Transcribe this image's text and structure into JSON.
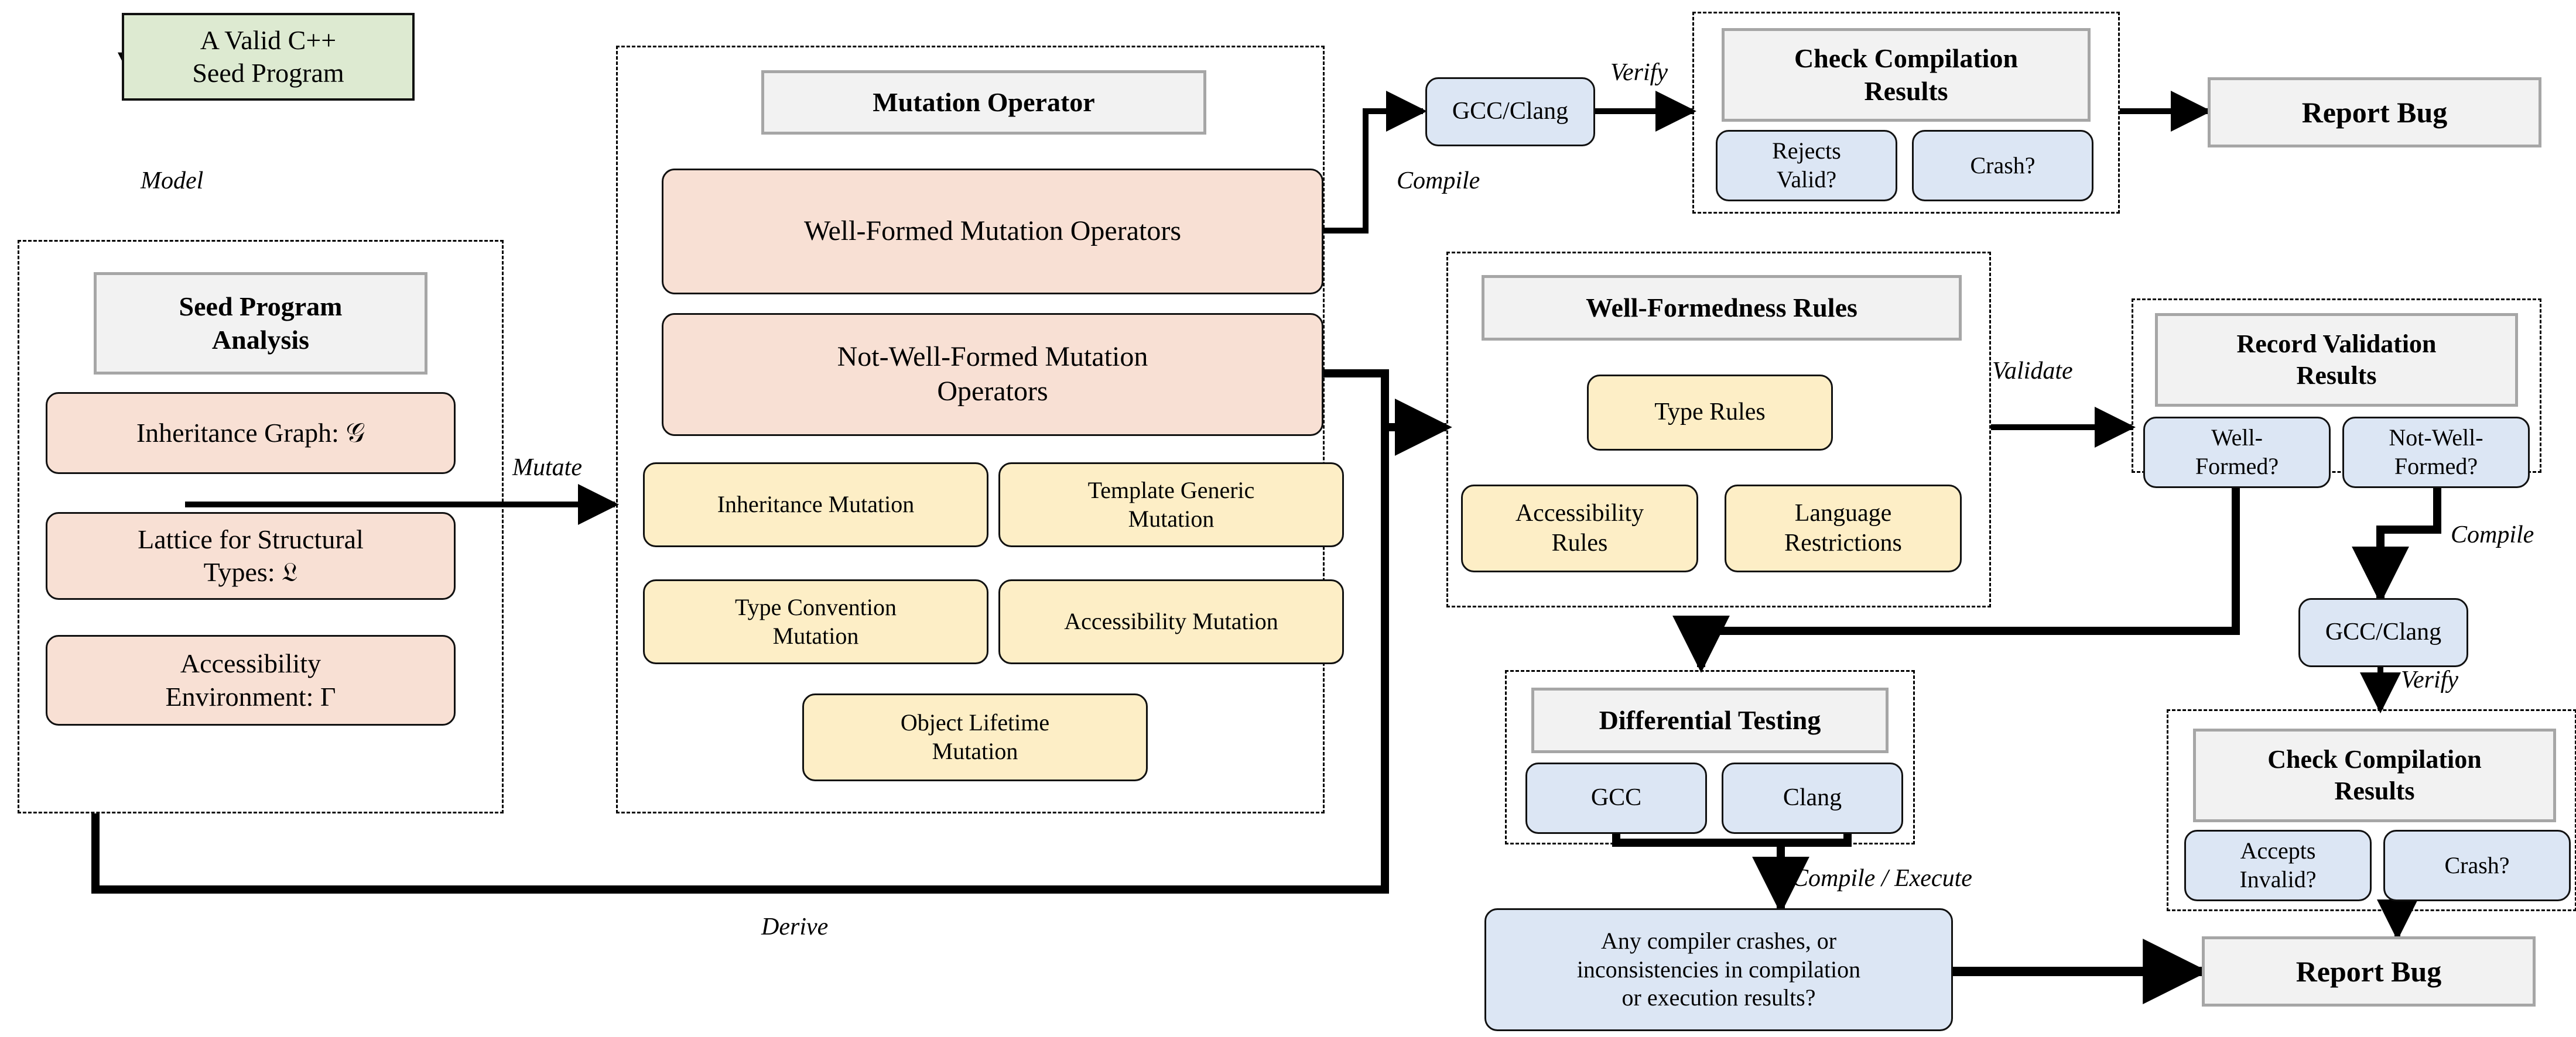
{
  "title": "C++ compiler fuzzing workflow diagram",
  "colors": {
    "pink": "#f8e0d4",
    "yellow": "#fdeec6",
    "blue": "#dce6f4",
    "green": "#ddead1",
    "header_fill": "#f2f2f2",
    "header_border": "#a6a6a6",
    "line": "#000000"
  },
  "seed": {
    "label_line1": "A Valid C++",
    "label_line2": "Seed Program"
  },
  "analysis_panel": {
    "header": "Seed Program\nAnalysis",
    "items": [
      {
        "label": "Inheritance Graph: 𝒢"
      },
      {
        "label": "Lattice for Structural\nTypes: 𝔏"
      },
      {
        "label": "Accessibility\nEnvironment: Γ"
      }
    ]
  },
  "mutation_panel": {
    "header": "Mutation Operator",
    "main_ops": [
      {
        "label": "Well-Formed Mutation Operators"
      },
      {
        "label": "Not-Well-Formed Mutation\nOperators"
      }
    ],
    "sub_ops": [
      {
        "label": "Inheritance Mutation"
      },
      {
        "label": "Template Generic\nMutation"
      },
      {
        "label": "Type Convention\nMutation"
      },
      {
        "label": "Accessibility Mutation"
      },
      {
        "label": "Object Lifetime\nMutation"
      }
    ]
  },
  "rules_panel": {
    "header": "Well-Formedness Rules",
    "items": [
      {
        "label": "Type Rules"
      },
      {
        "label": "Accessibility\nRules"
      },
      {
        "label": "Language\nRestrictions"
      }
    ]
  },
  "record_panel": {
    "header": "Record Validation\nResults",
    "items": [
      {
        "label": "Well-\nFormed?"
      },
      {
        "label": "Not-Well-\nFormed?"
      }
    ]
  },
  "differential_panel": {
    "header": "Differential Testing",
    "items": [
      {
        "label": "GCC"
      },
      {
        "label": "Clang"
      }
    ]
  },
  "check_top_panel": {
    "header": "Check Compilation\nResults",
    "items": [
      {
        "label": "Rejects\nValid?"
      },
      {
        "label": "Crash?"
      }
    ]
  },
  "check_bottom_panel": {
    "header": "Check Compilation\nResults",
    "items": [
      {
        "label": "Accepts\nInvalid?"
      },
      {
        "label": "Crash?"
      }
    ]
  },
  "compilers": {
    "top": "GCC/Clang",
    "right": "GCC/Clang"
  },
  "oracle": {
    "label": "Any compiler crashes, or\ninconsistencies in compilation\nor execution results?"
  },
  "report_bug": {
    "top": "Report Bug",
    "bottom": "Report Bug"
  },
  "edge_labels": {
    "model": "Model",
    "mutate": "Mutate",
    "derive": "Derive",
    "compile_top": "Compile",
    "verify_top": "Verify",
    "validate": "Validate",
    "compile_right": "Compile",
    "verify_right": "Verify",
    "compile_execute": "Compile / Execute"
  }
}
